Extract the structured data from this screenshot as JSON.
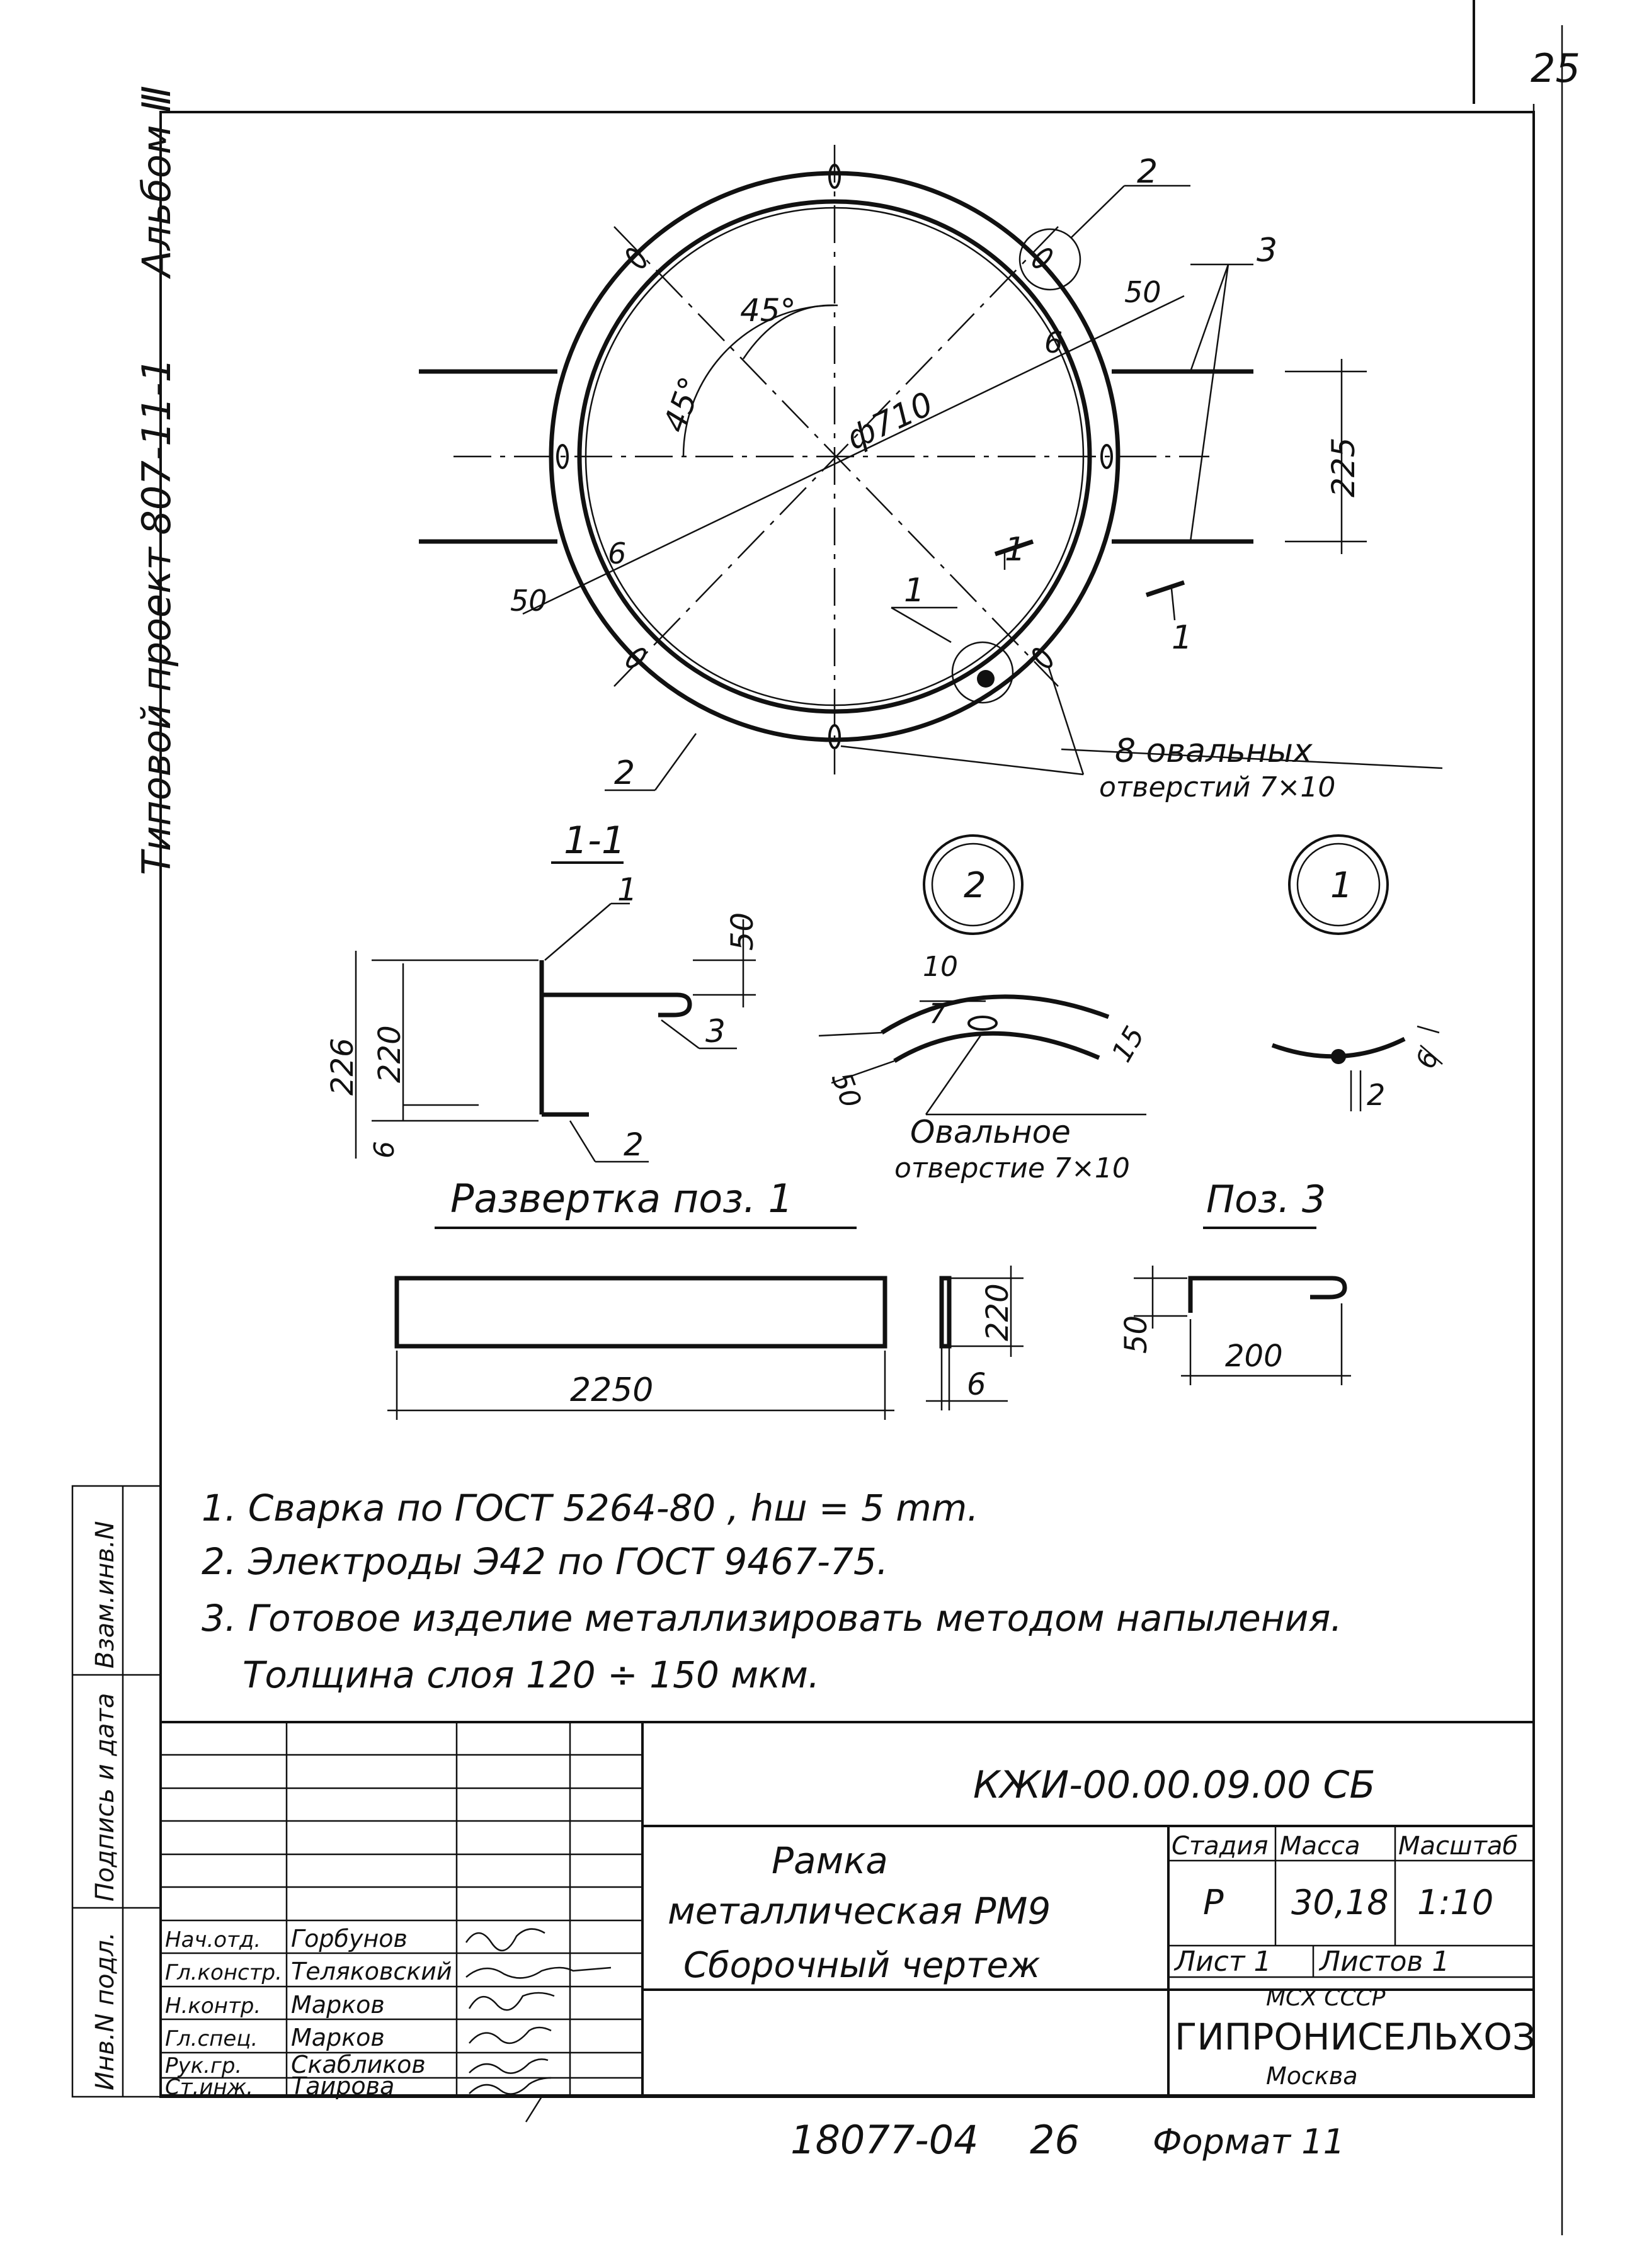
{
  "page_number": "25",
  "side": {
    "album": "Альбом Ⅲ",
    "project": "Типовой проект 807-11-1"
  },
  "left_stamp": {
    "vzam": "Взам.инв.N",
    "podpis": "Подпись и дата",
    "inv": "Инв.N подл."
  },
  "plan": {
    "angle1": "45°",
    "angle2": "45°",
    "diameter": "ф710",
    "d50_right": "50",
    "d6_right": "6",
    "d50_left": "50",
    "d6_left": "6",
    "d225": "225",
    "pos1": "1",
    "pos2_top": "2",
    "pos2_bottom": "2",
    "pos3": "3",
    "cut_a": "1",
    "cut_b": "1",
    "holes_line1": "8 овальных",
    "holes_line2": "отверстий 7×10"
  },
  "section": {
    "title": "1-1",
    "d50": "50",
    "d226": "226",
    "d220": "220",
    "d6": "6",
    "pos1": "1",
    "pos2": "2",
    "pos3": "3"
  },
  "detail2": {
    "label": "2",
    "d10": "10",
    "d7": "7",
    "d50": "50",
    "d15": "15",
    "hole_line1": "Овальное",
    "hole_line2": "отверстие 7×10"
  },
  "detail1": {
    "label": "1",
    "d6": "6",
    "d2": "2"
  },
  "razvertka": {
    "title": "Развертка поз. 1",
    "length": "2250",
    "d220": "220",
    "d6": "6"
  },
  "poz3": {
    "title": "Поз. 3",
    "d50": "50",
    "d200": "200"
  },
  "notes": [
    "1. Сварка по ГОСТ 5264-80 , hш = 5 mm.",
    "2. Электроды Э42 по ГОСТ 9467-75.",
    "3. Готовое изделие металлизировать методом напыления.",
    "Толщина слоя 120 ÷ 150 мкм."
  ],
  "title_block": {
    "doc_code": "КЖИ-00.00.09.00 СБ",
    "name1": "Рамка",
    "name2": "металлическая РМ9",
    "name3": "Сборочный чертеж",
    "col_stage": "Стадия",
    "col_mass": "Масса",
    "col_scale": "Масштаб",
    "stage": "Р",
    "mass": "30,18",
    "scale": "1:10",
    "sheet": "Лист 1",
    "sheets": "Листов 1",
    "org1": "МСХ СССР",
    "org2": "ГИПРОНИСЕЛЬХОЗ",
    "org3": "Москва",
    "people": [
      {
        "role": "Нач.отд.",
        "name": "Горбунов"
      },
      {
        "role": "Гл.констр.",
        "name": "Теляковский"
      },
      {
        "role": "Н.контр.",
        "name": "Марков"
      },
      {
        "role": "Гл.спец.",
        "name": "Марков"
      },
      {
        "role": "Рук.гр.",
        "name": "Скабликов"
      },
      {
        "role": "Ст.инж.",
        "name": "Таирова"
      }
    ]
  },
  "footer": {
    "number": "18077-04",
    "page": "26",
    "format": "Формат 11"
  }
}
